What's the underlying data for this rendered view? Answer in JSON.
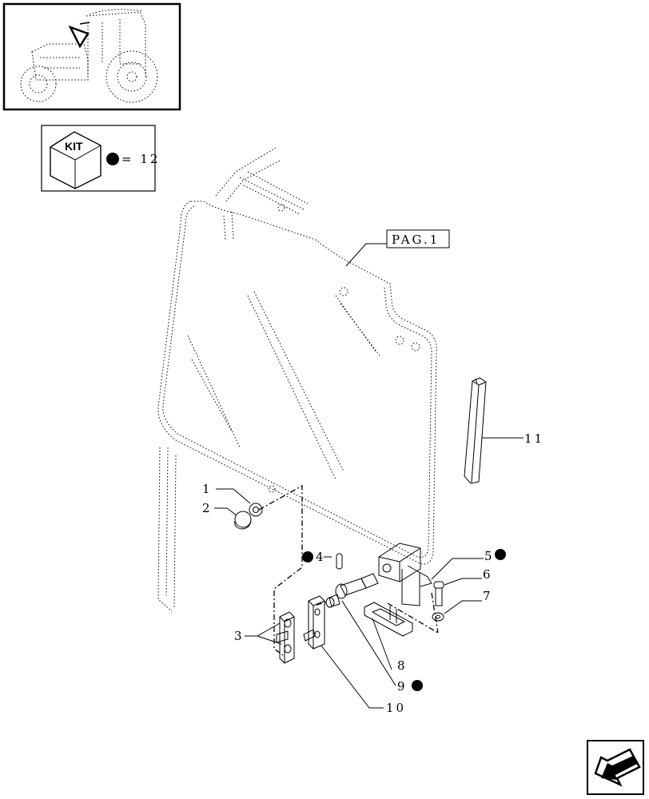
{
  "kit_box": {
    "badge": "KIT",
    "equals": "= 12"
  },
  "page_ref": "PAG.1",
  "callouts": {
    "c1": "1",
    "c2": "2",
    "c3": "3",
    "c4": "4",
    "c5": "5",
    "c6": "6",
    "c7": "7",
    "c8": "8",
    "c9": "9",
    "c10": "10",
    "c11": "11"
  }
}
